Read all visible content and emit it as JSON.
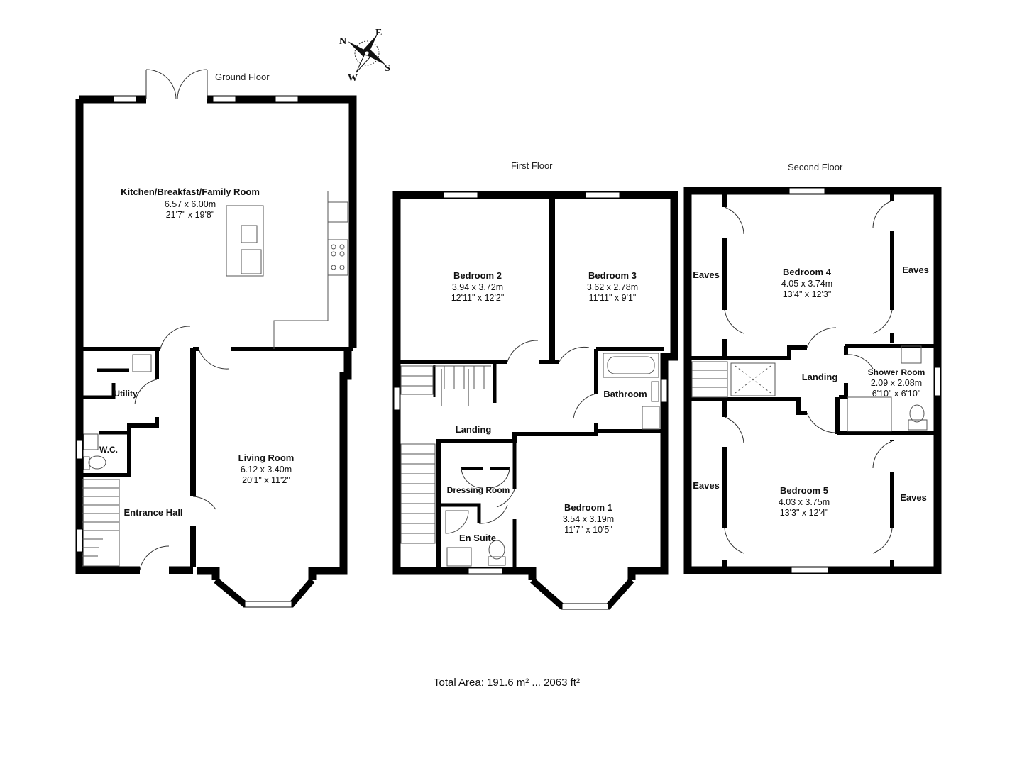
{
  "floors": {
    "ground": "Ground Floor",
    "first": "First Floor",
    "second": "Second Floor"
  },
  "rooms": {
    "kitchen": {
      "name": "Kitchen/Breakfast/Family Room",
      "metric": "6.57 x 6.00m",
      "imperial": "21'7\" x 19'8\""
    },
    "living": {
      "name": "Living Room",
      "metric": "6.12 x 3.40m",
      "imperial": "20'1\" x 11'2\""
    },
    "utility": {
      "name": "Utility"
    },
    "wc": {
      "name": "W.C."
    },
    "entrance": {
      "name": "Entrance Hall"
    },
    "bed2": {
      "name": "Bedroom 2",
      "metric": "3.94 x 3.72m",
      "imperial": "12'11\" x 12'2\""
    },
    "bed3": {
      "name": "Bedroom 3",
      "metric": "3.62 x 2.78m",
      "imperial": "11'11\" x 9'1\""
    },
    "bathroom": {
      "name": "Bathroom"
    },
    "landing1": {
      "name": "Landing"
    },
    "dressing": {
      "name": "Dressing Room"
    },
    "ensuite": {
      "name": "En Suite"
    },
    "bed1": {
      "name": "Bedroom 1",
      "metric": "3.54 x 3.19m",
      "imperial": "11'7\" x 10'5\""
    },
    "eaves1": {
      "name": "Eaves"
    },
    "eaves2": {
      "name": "Eaves"
    },
    "eaves3": {
      "name": "Eaves"
    },
    "eaves4": {
      "name": "Eaves"
    },
    "bed4": {
      "name": "Bedroom 4",
      "metric": "4.05 x 3.74m",
      "imperial": "13'4\" x 12'3\""
    },
    "landing2": {
      "name": "Landing"
    },
    "shower": {
      "name": "Shower Room",
      "metric": "2.09 x 2.08m",
      "imperial": "6'10\" x 6'10\""
    },
    "bed5": {
      "name": "Bedroom 5",
      "metric": "4.03 x 3.75m",
      "imperial": "13'3\" x 12'4\""
    }
  },
  "compass": {
    "n": "N",
    "e": "E",
    "s": "S",
    "w": "W"
  },
  "total_area": "Total Area: 191.6 m² ... 2063 ft²",
  "colors": {
    "wall": "#000000",
    "window": "#ffffff",
    "fixture": "#555555"
  }
}
